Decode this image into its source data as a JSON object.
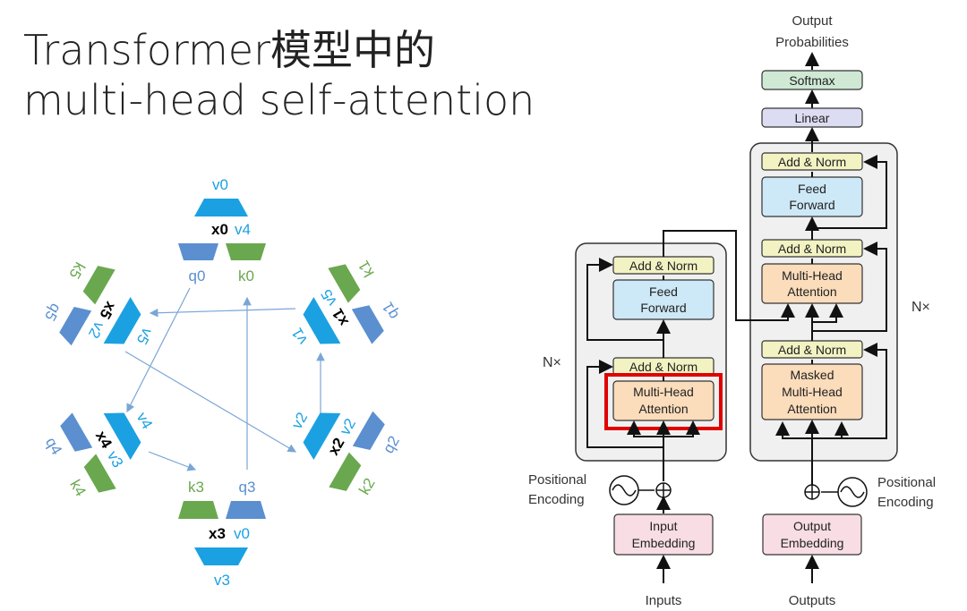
{
  "slide": {
    "title_line1": "Transformer模型中的",
    "title_line2": "multi-head self-attention"
  },
  "colors": {
    "v_color": "#1ba1e2",
    "q_color": "#5b8fd0",
    "k_color": "#6aa84f",
    "x_color": "#000000",
    "arrow_color": "#7aa6d6",
    "highlight": "#e00000"
  },
  "heads": {
    "x0": {
      "v": "v0",
      "x": "x0",
      "v_side": "v4",
      "q": "q0",
      "k": "k0"
    },
    "x1": {
      "v": "v1",
      "x": "x1",
      "v_side": "v5",
      "q": "q1",
      "k": "k1"
    },
    "x2": {
      "v": "v2",
      "x": "x2",
      "v_side": "v2",
      "q": "q2",
      "k": "k2"
    },
    "x3": {
      "v": "v3",
      "x": "x3",
      "v_side": "v0",
      "q": "q3",
      "k": "k3"
    },
    "x4": {
      "v": "v4",
      "x": "x4",
      "v_side": "v3",
      "q": "q4",
      "k": "k4"
    },
    "x5": {
      "v": "v5",
      "x": "x5",
      "v_side": "v2",
      "q": "q5",
      "k": "k5"
    }
  },
  "transformer": {
    "output_probabilities_line1": "Output",
    "output_probabilities_line2": "Probabilities",
    "softmax": "Softmax",
    "linear": "Linear",
    "add_norm": "Add & Norm",
    "feed_line1": "Feed",
    "feed_line2": "Forward",
    "mha_line1": "Multi-Head",
    "mha_line2": "Attention",
    "masked_line1": "Masked",
    "masked_line2": "Multi-Head",
    "masked_line3": "Attention",
    "nx": "N×",
    "positional_line1": "Positional",
    "positional_line2": "Encoding",
    "input_emb_line1": "Input",
    "input_emb_line2": "Embedding",
    "output_emb_line1": "Output",
    "output_emb_line2": "Embedding",
    "inputs": "Inputs",
    "outputs": "Outputs"
  }
}
